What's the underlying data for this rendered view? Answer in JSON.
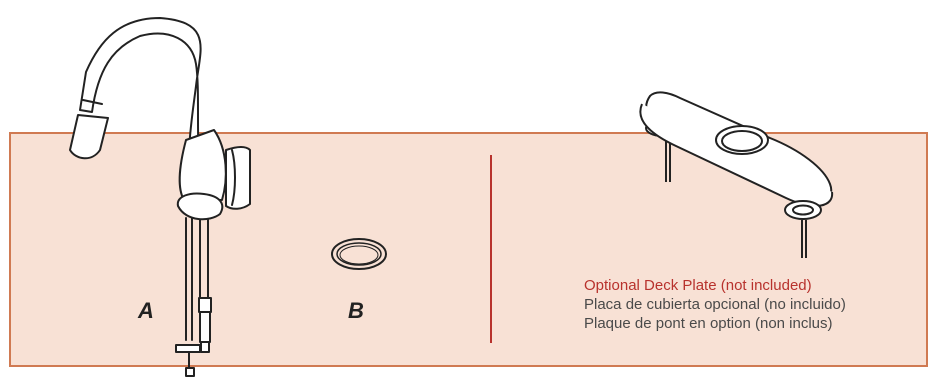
{
  "parts": {
    "faucet_label": "A",
    "gasket_label": "B"
  },
  "optional_part": {
    "caption_en": "Optional Deck Plate (not included)",
    "caption_es": "Placa de cubierta opcional (no incluido)",
    "caption_fr": "Plaque de pont en option (non inclus)"
  },
  "colors": {
    "panel_fill": "#f8e1d5",
    "panel_border": "#d07a52",
    "accent_red": "#b8322d",
    "caption_gray": "#4a4a4a"
  },
  "icons": [
    "faucet-illustration",
    "gasket-ring-illustration",
    "deck-plate-illustration"
  ]
}
